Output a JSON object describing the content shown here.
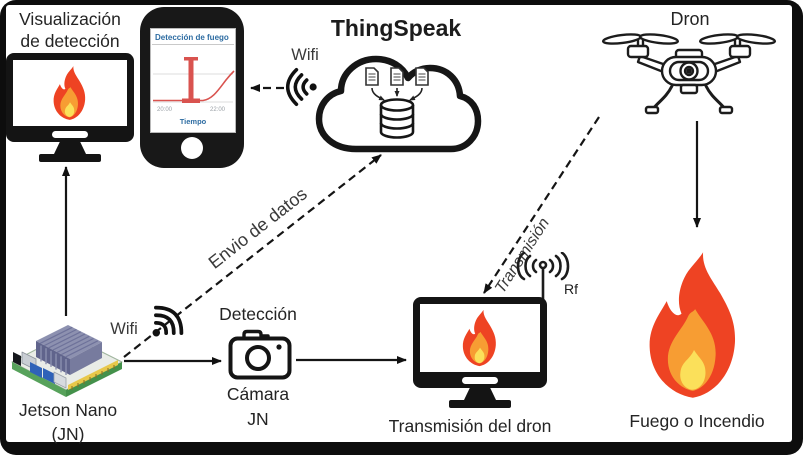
{
  "nodes": {
    "visualization": {
      "line1": "Visualización",
      "line2": "de detección"
    },
    "phone": {
      "chart_title": "Detección de fuego",
      "tick_left": "20:00",
      "tick_right": "22:00",
      "xlabel": "Tiempo"
    },
    "thingspeak": {
      "label": "ThingSpeak"
    },
    "dron": {
      "label": "Dron"
    },
    "camera": {
      "top": "Detección",
      "line1": "Cámara",
      "line2": "JN"
    },
    "jetson": {
      "line1": "Jetson Nano",
      "line2": "(JN)"
    },
    "monitor_dron": {
      "label": "Transmisión del dron"
    },
    "fire": {
      "label": "Fuego o Incendio"
    }
  },
  "edges": {
    "wifi_cloud": "Wifi",
    "wifi_jetson": "Wifi",
    "envio": "Envio de datos",
    "transmision": "Transmisión",
    "rf": "Rf"
  },
  "colors": {
    "ink": "#1a1a1a",
    "flame_red": "#ee4323",
    "flame_orange": "#f79d33",
    "flame_yellow": "#fbe05a",
    "chart_blue": "#2d6ca2",
    "chart_red": "#d9534f",
    "tick_grey": "#9aa0a6"
  },
  "chart_data": {
    "type": "line",
    "title": "Detección de fuego",
    "xlabel": "Tiempo",
    "x_ticks": [
      "20:00",
      "22:00"
    ],
    "series": [
      {
        "name": "Detección de fuego",
        "color": "#d9534f",
        "description": "flat near zero until ~21:00, spike marker (I-beam) at ~21:00, curve rises toward 22:00"
      }
    ],
    "grid": true,
    "legend": false
  }
}
